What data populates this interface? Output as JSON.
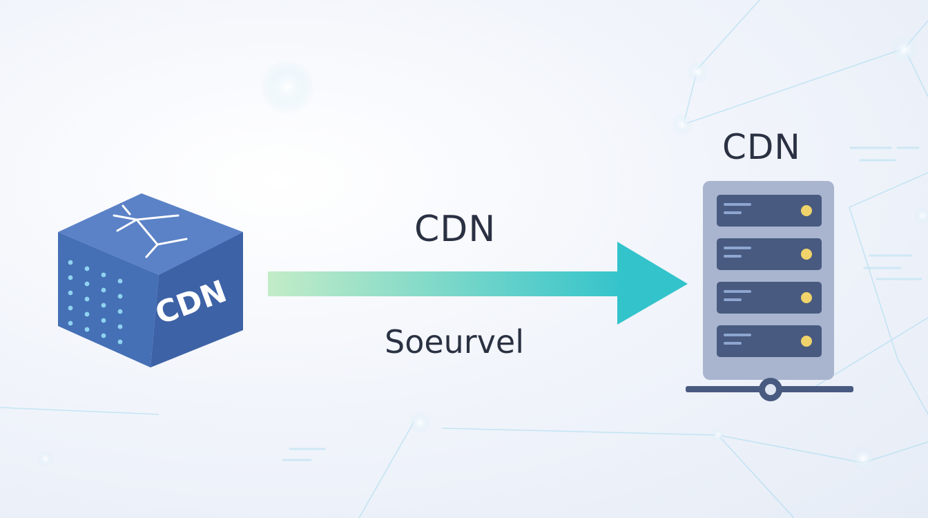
{
  "diagram": {
    "cube_label": "CDN",
    "arrow_top_label": "CDN",
    "arrow_bottom_label": "Soeurvel",
    "server_label": "CDN",
    "server_rack_count": 4
  },
  "colors": {
    "cube_top": "#5b82c7",
    "cube_left": "#4570b5",
    "cube_right": "#3d62a6",
    "arrow_start": "#c3ecc7",
    "arrow_end": "#33c3cb",
    "server_body": "#a9b5cf",
    "server_unit": "#485a80",
    "server_led": "#f0d36a",
    "text": "#2a3142",
    "network": "#9fd8ef"
  }
}
